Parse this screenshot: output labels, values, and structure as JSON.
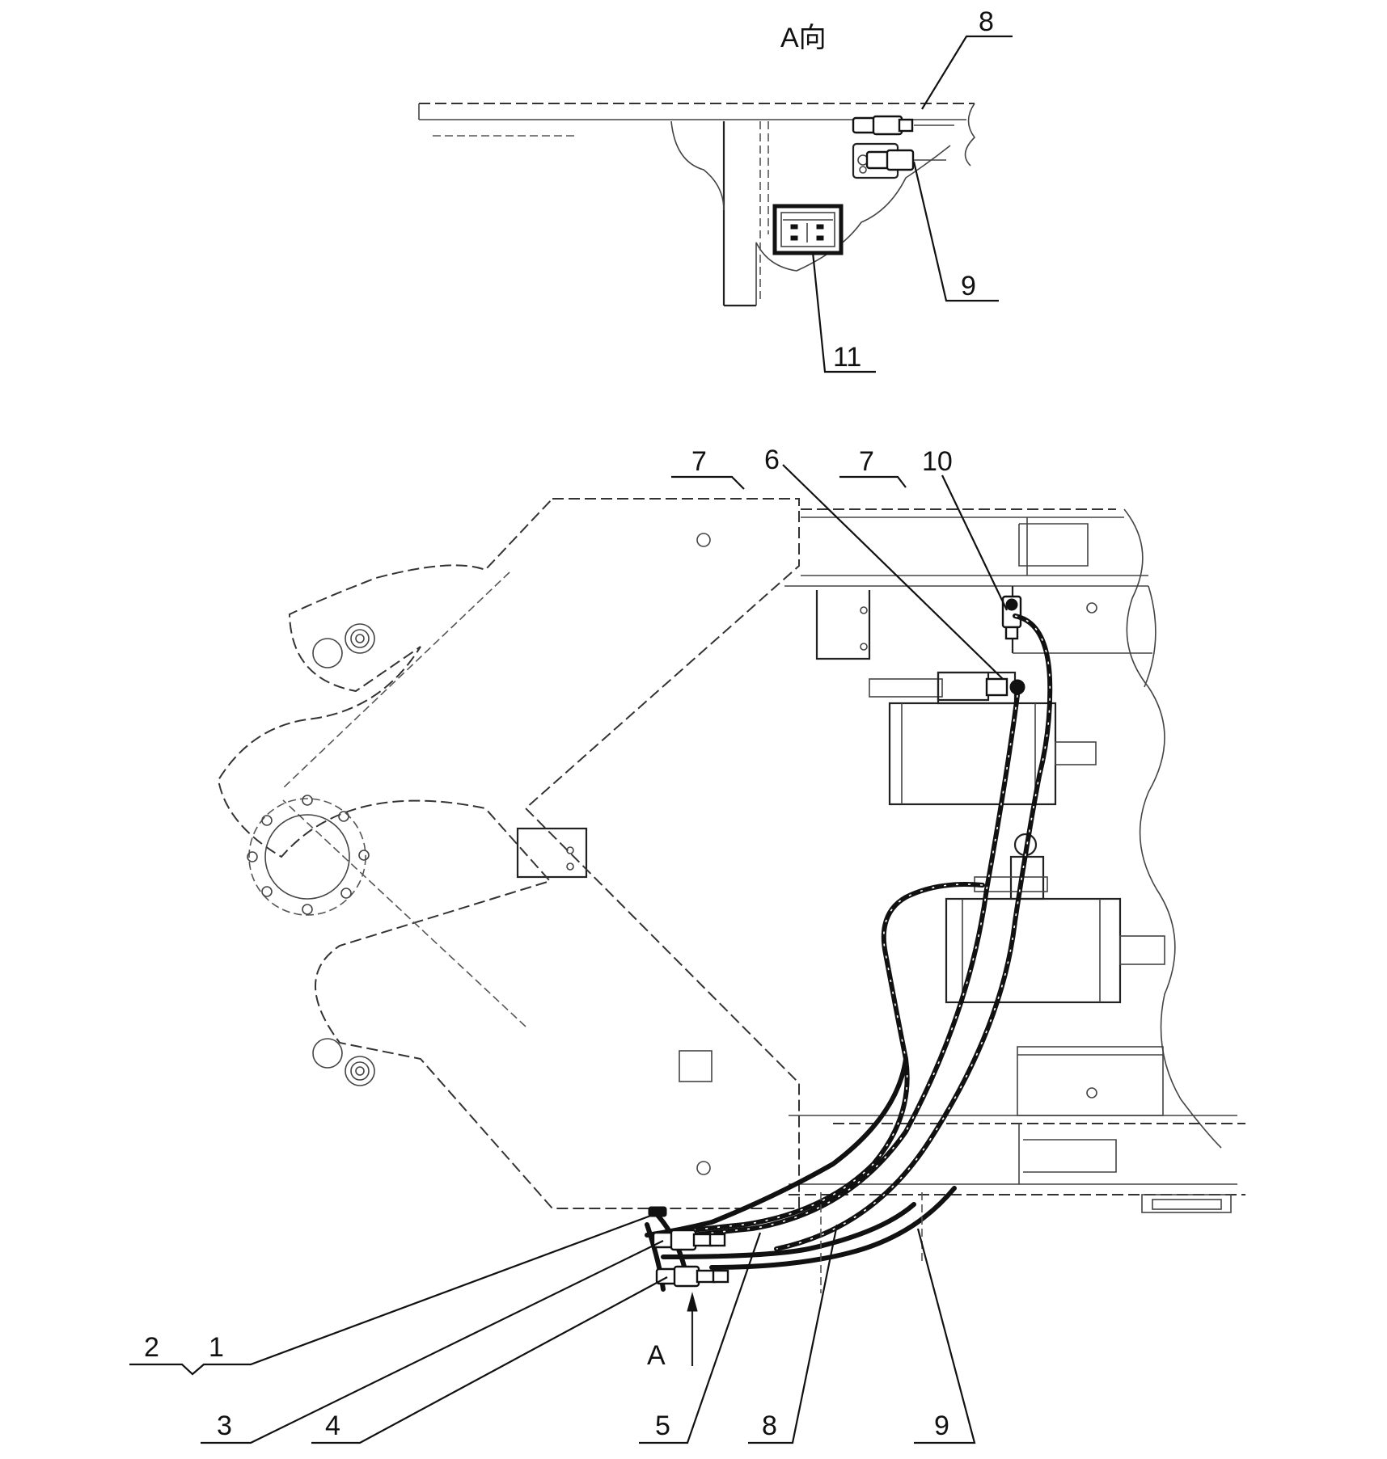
{
  "view_label": "A向",
  "view_arrow_label": "A",
  "top_view": {
    "callouts": [
      "8",
      "9",
      "11"
    ]
  },
  "main_view": {
    "callouts_top": [
      "7",
      "6",
      "7",
      "10"
    ],
    "callouts_bottom": [
      "2",
      "1",
      "3",
      "4",
      "5",
      "8",
      "9"
    ]
  }
}
